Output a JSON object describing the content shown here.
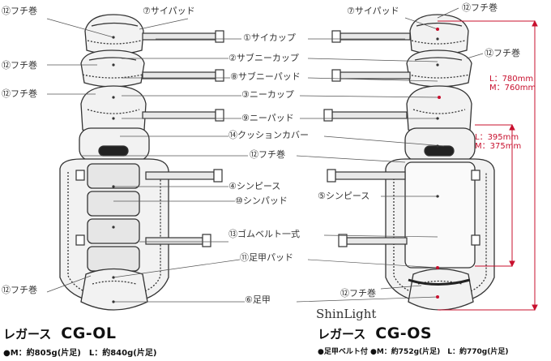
{
  "labels": {
    "fuchimaki": "⑫フチ巻",
    "thigh_pad": "⑦サイパッド",
    "thigh_cup": "①サイカップ",
    "sub_knee_cup": "②サブニーカップ",
    "sub_knee_pad": "⑧サブニーパッド",
    "knee_cup": "③ニーカップ",
    "knee_pad": "⑨ニーパッド",
    "cushion_cover": "⑭クッションカバー",
    "shin_piece_4": "④シンピース",
    "shin_pad": "⑩シンパッド",
    "shin_piece_5": "⑤シンピース",
    "rubber_belt": "⑬ゴムベルト一式",
    "foot_pad": "⑪足甲パッド",
    "foot_guard": "⑥足甲"
  },
  "measurements": {
    "total_l": "L：780mm",
    "total_m": "M：760mm",
    "shin_l": "L：395mm",
    "shin_m": "M：375mm"
  },
  "products": {
    "left": {
      "name": "レガース",
      "code": "CG-OL",
      "spec": "●M：約805g(片足)　L：約840g(片足)"
    },
    "right": {
      "brand": "ShinLight",
      "name": "レガース",
      "code": "CG-OS",
      "spec": "●足甲ベルト付 ●M：約752g(片足)　L：約770g(片足)"
    }
  },
  "colors": {
    "line": "#333333",
    "measure": "#c8102e"
  }
}
